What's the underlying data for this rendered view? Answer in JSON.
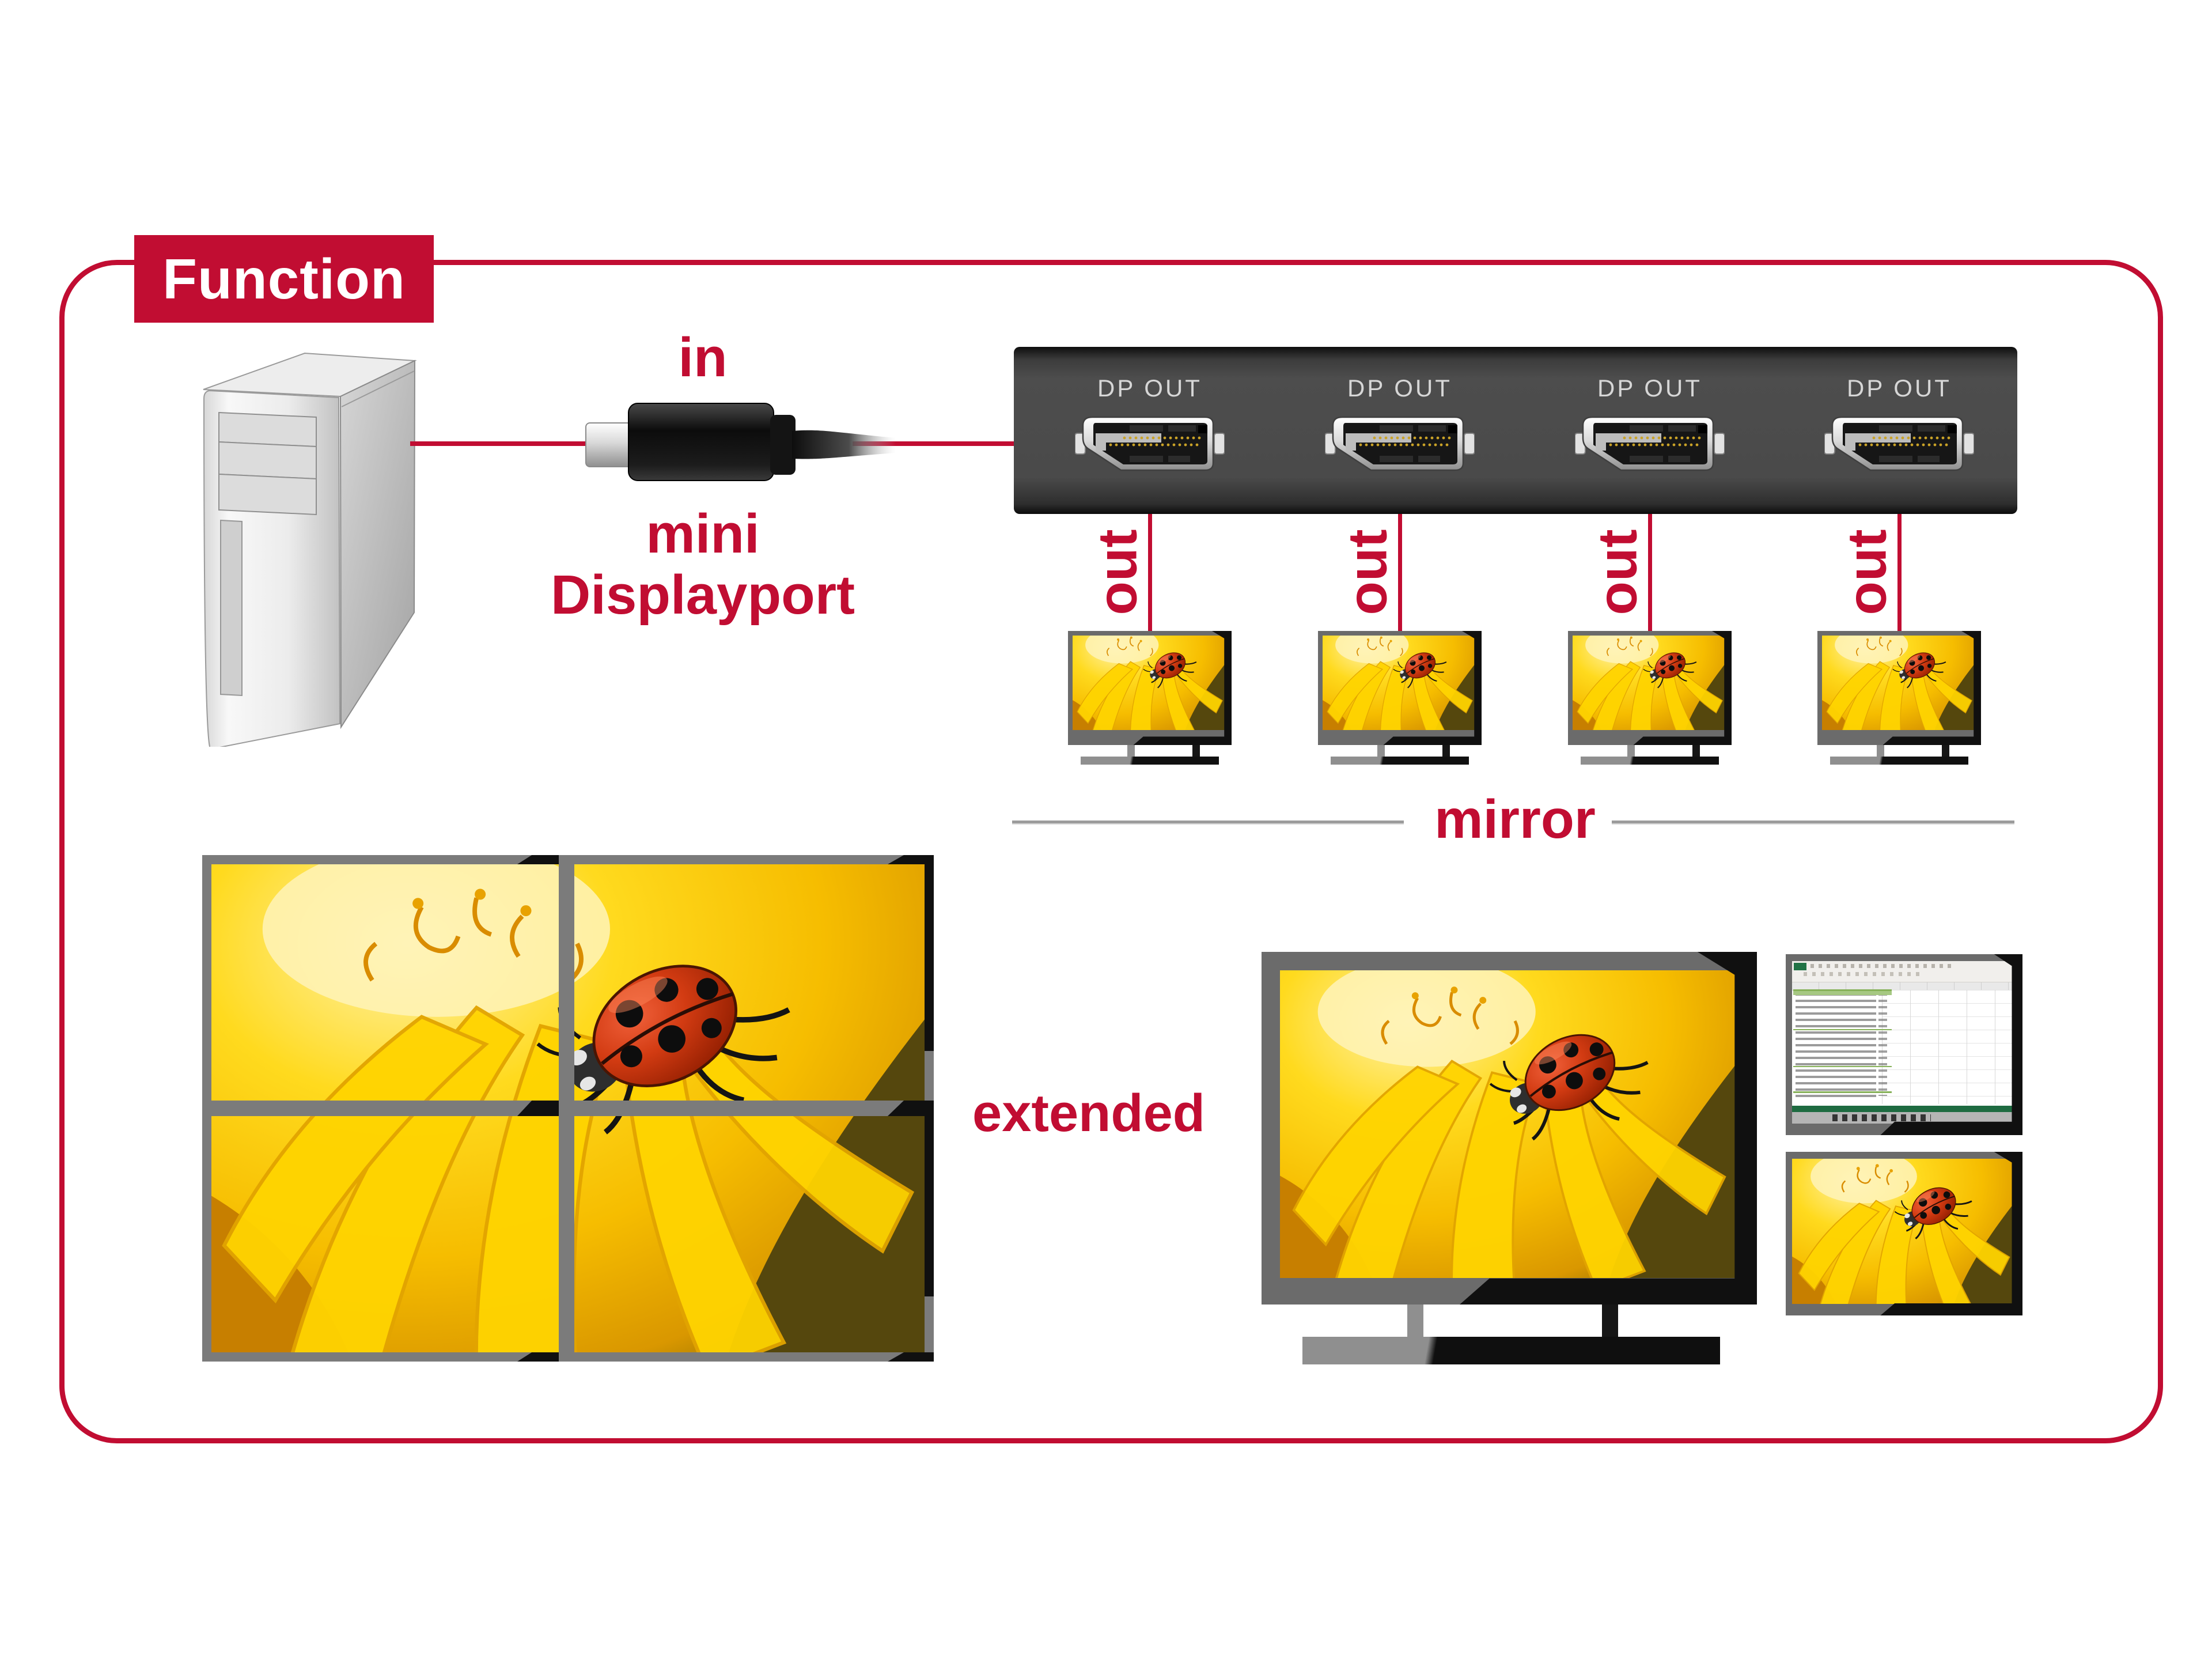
{
  "title": {
    "label": "Function"
  },
  "source": {
    "device": "computer-tower"
  },
  "input_chain": {
    "in_label": "in",
    "connector_label_line1": "mini",
    "connector_label_line2": "Displayport"
  },
  "splitter": {
    "ports": [
      {
        "label": "DP OUT",
        "out_label": "out"
      },
      {
        "label": "DP OUT",
        "out_label": "out"
      },
      {
        "label": "DP OUT",
        "out_label": "out"
      },
      {
        "label": "DP OUT",
        "out_label": "out"
      }
    ]
  },
  "modes": {
    "mirror_label": "mirror",
    "extended_label": "extended"
  },
  "screens": {
    "photo_subject": "ladybug-on-yellow-flower",
    "spreadsheet_subject": "spreadsheet-window"
  },
  "colors": {
    "accent_red": "#C10D32",
    "splitter_body": "#4B4B4B",
    "port_label_text": "#D6D6D6",
    "divider_gray": "#9C9C9C",
    "monitor_frame_gray": "#6B6B6B",
    "excel_green": "#217346"
  }
}
